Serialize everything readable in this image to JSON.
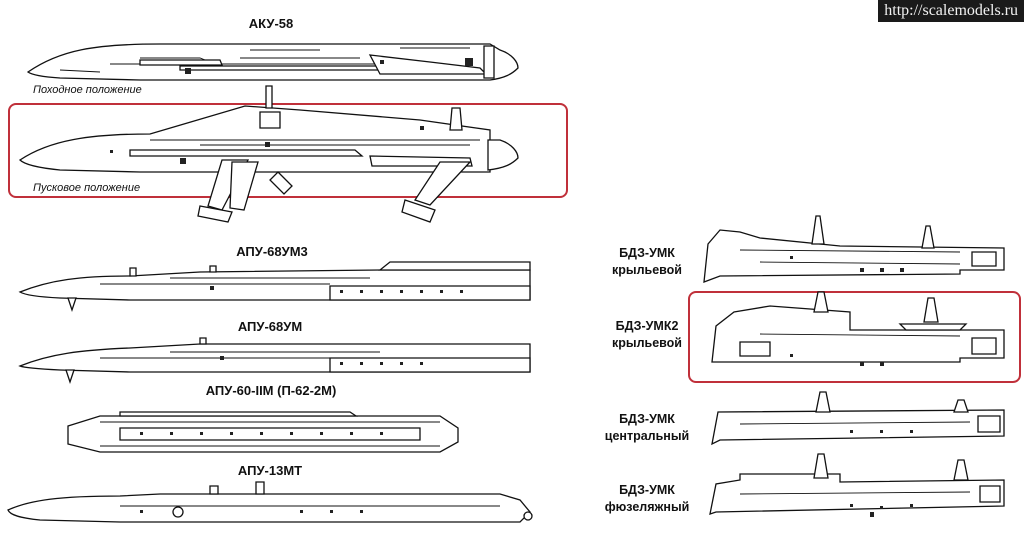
{
  "watermark": "http://scalemodels.ru",
  "left": {
    "aku58": {
      "title": "АКУ-58",
      "stowed": "Походное положение",
      "launch": "Пусковое положение"
    },
    "apu68um3": {
      "title": "АПУ-68УМ3"
    },
    "apu68um": {
      "title": "АПУ-68УМ"
    },
    "apu60": {
      "title": "АПУ-60-IIМ (П-62-2М)"
    },
    "apu13mt": {
      "title": "АПУ-13МТ"
    }
  },
  "right": [
    {
      "line1": "БДЗ-УМК",
      "line2": "крыльевой"
    },
    {
      "line1": "БДЗ-УМК2",
      "line2": "крыльевой"
    },
    {
      "line1": "БДЗ-УМК",
      "line2": "центральный"
    },
    {
      "line1": "БДЗ-УМК",
      "line2": "фюзеляжный"
    }
  ],
  "colors": {
    "highlight": "#c0303a",
    "line": "#111111"
  }
}
